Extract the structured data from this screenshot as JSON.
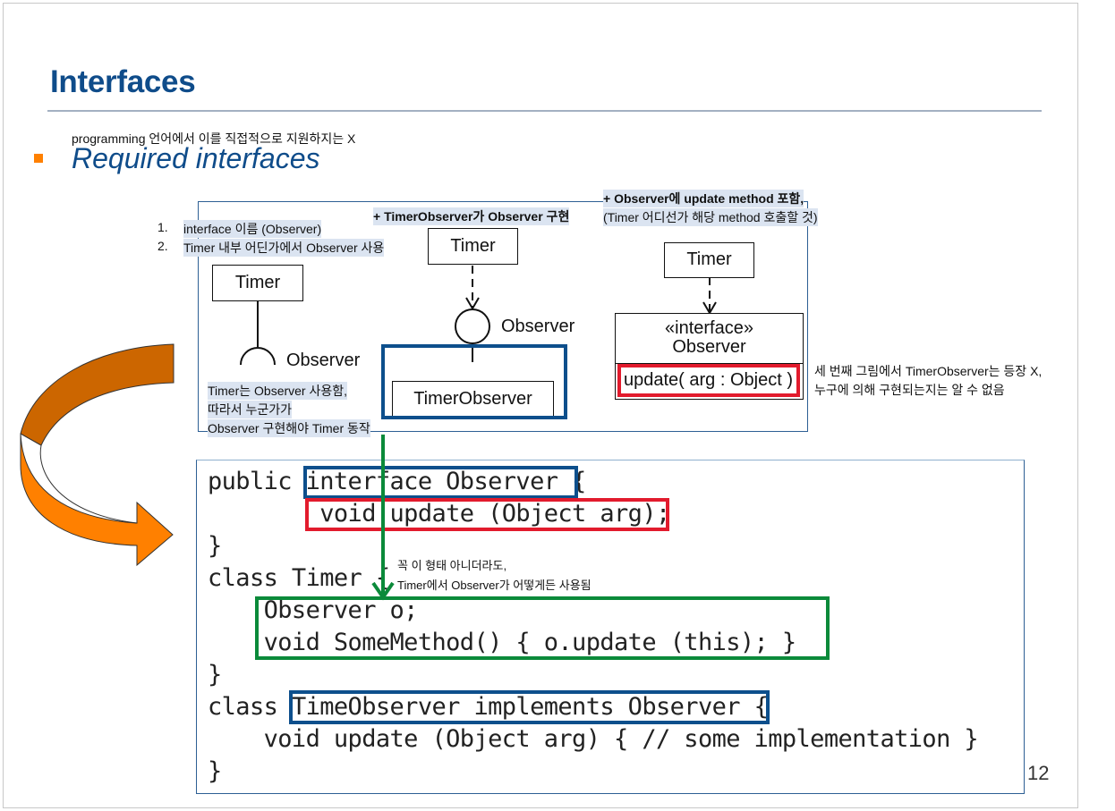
{
  "slide": {
    "title": "Interfaces",
    "note_top": "programming 언어에서 이를 직접적으로 지원하지는 X",
    "bullet": "Required interfaces",
    "page_number": "12",
    "colors": {
      "title": "#0f4c8a",
      "bullet": "#ff8000",
      "highlight_blue": "#0d4f8c",
      "highlight_red": "#e21b2d",
      "highlight_green": "#0b8a3a",
      "annotation_bg": "#dbe4f1",
      "arrow_dark": "#cc6600",
      "arrow_light": "#ff8000"
    }
  },
  "diagram": {
    "numbered_notes": [
      {
        "num": "1.",
        "text": "interface 이름 (Observer)"
      },
      {
        "num": "2.",
        "text": "Timer 내부 어딘가에서 Observer 사용"
      }
    ],
    "note_implements": "+ TimerObserver가 Observer 구현",
    "note_update_line1": "+ Observer에 update method 포함,",
    "note_update_line2": "(Timer 어디선가 해당 method 호출할 것)",
    "left": {
      "class_name": "Timer",
      "interface_label": "Observer",
      "annotation": [
        "Timer는 Observer 사용함,",
        "따라서 누군가가",
        "Observer 구현해야 Timer 동작"
      ]
    },
    "middle": {
      "class_name": "Timer",
      "interface_label": "Observer",
      "implementer": "TimerObserver"
    },
    "right": {
      "class_name": "Timer",
      "stereotype": "«interface»",
      "interface_name": "Observer",
      "operation": "update( arg : Object )"
    },
    "side_note": [
      "세 번째 그림에서 TimerObserver는 등장 X,",
      "누구에 의해 구현되는지는 알 수 없음"
    ]
  },
  "code": {
    "lines": [
      {
        "pre": "public ",
        "boxed": "interface Observer",
        "post": " {"
      },
      {
        "pre": "        ",
        "boxed": "void update (Object arg)",
        "post": ";"
      },
      {
        "text": "}"
      },
      {
        "text": "class Timer {"
      },
      {
        "text": "    Observer o;"
      },
      {
        "text": "    void SomeMethod() { o.update (this); }"
      },
      {
        "text": "}"
      },
      {
        "pre": "class ",
        "boxed": "TimeObserver implements Observer",
        "post": " {"
      },
      {
        "text": "    void update (Object arg) { // some implementation }"
      },
      {
        "text": "}"
      }
    ],
    "annotation": [
      "꼭 이 형태 아니더라도,",
      "Timer에서 Observer가 어떻게든 사용됨"
    ]
  }
}
